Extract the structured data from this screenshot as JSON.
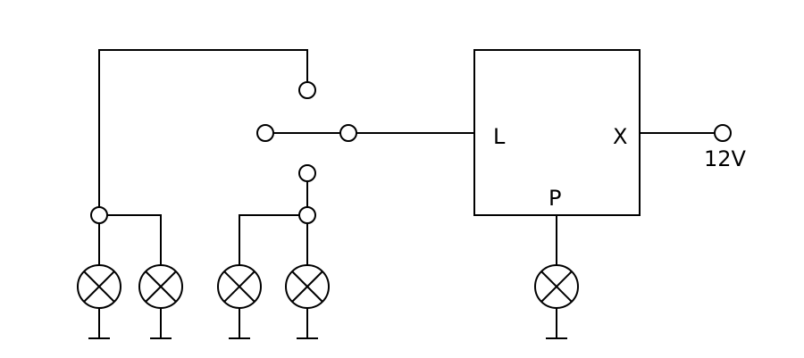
{
  "flasher_unit": {
    "terminal_l": "L",
    "terminal_x": "X",
    "terminal_p": "P"
  },
  "supply": {
    "label": "12V"
  }
}
